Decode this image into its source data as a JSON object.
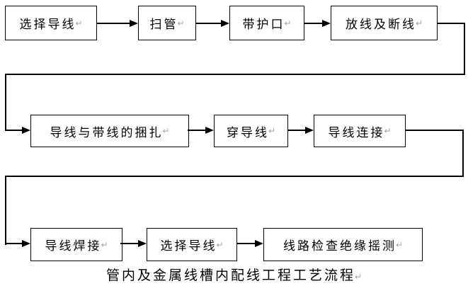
{
  "diagram": {
    "caption": "管内及金属线槽内配线工程工艺流程",
    "return_mark": "↵",
    "nodes": [
      {
        "label": "选择导线"
      },
      {
        "label": "扫管"
      },
      {
        "label": "带护口"
      },
      {
        "label": "放线及断线"
      },
      {
        "label": "导线与带线的捆扎"
      },
      {
        "label": "穿导线"
      },
      {
        "label": "导线连接"
      },
      {
        "label": "导线焊接"
      },
      {
        "label": "选择导线"
      },
      {
        "label": "线路检查绝缘摇测"
      }
    ],
    "edges": [
      [
        0,
        1
      ],
      [
        1,
        2
      ],
      [
        2,
        3
      ],
      [
        3,
        4
      ],
      [
        4,
        5
      ],
      [
        5,
        6
      ],
      [
        6,
        7
      ],
      [
        7,
        8
      ],
      [
        8,
        9
      ]
    ],
    "colors": {
      "line": "#000000",
      "background": "#ffffff",
      "return_mark": "#a6a6a6"
    }
  }
}
